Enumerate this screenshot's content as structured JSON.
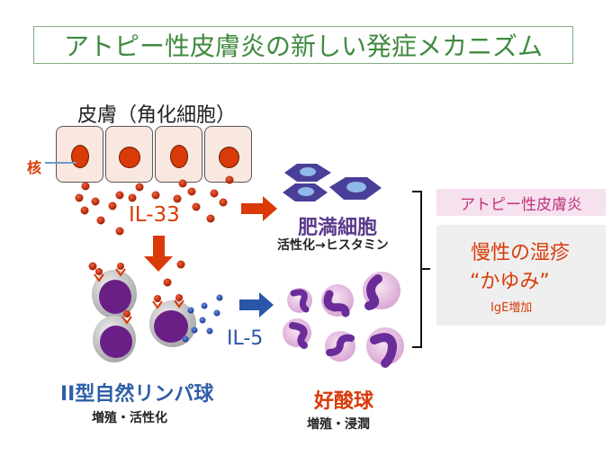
{
  "title": "アトピー性皮膚炎の新しい発症メカニズム",
  "skin": {
    "label": "皮膚（角化細胞）",
    "nucleus_label": "核",
    "cell_count": 4
  },
  "cytokines": {
    "il33": "IL-33",
    "il5": "IL-5"
  },
  "mast_cell": {
    "label": "肥満細胞",
    "sub": "活性化→ヒスタミン"
  },
  "ilc2": {
    "label": "II型自然リンパ球",
    "sub": "増殖・活性化"
  },
  "eosinophil": {
    "label": "好酸球",
    "sub": "増殖・浸潤"
  },
  "outcome": {
    "header": "アトピー性皮膚炎",
    "line1": "慢性の湿疹",
    "line2": "“かゆみ”",
    "line3": "IgE増加"
  },
  "colors": {
    "title_green": "#3f8a3f",
    "il33_red": "#d93a08",
    "il5_blue": "#2a56a8",
    "mast_purple": "#5a3a8a",
    "outcome_pink": "#c0337a"
  }
}
